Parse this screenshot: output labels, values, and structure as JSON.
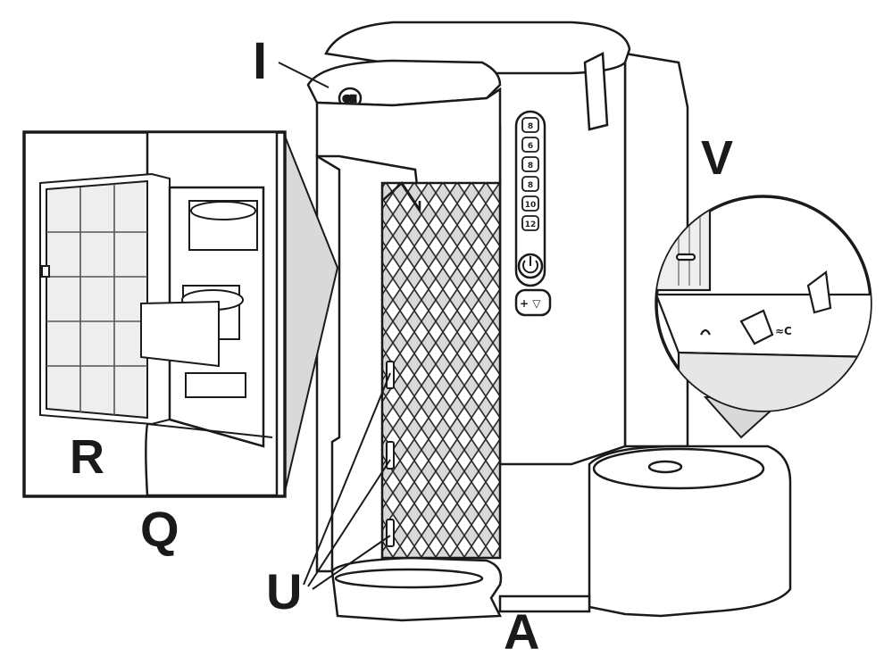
{
  "figure": {
    "callouts": {
      "I": "I",
      "V": "V",
      "R": "R",
      "Q": "Q",
      "U": "U",
      "A": "A"
    },
    "panel": {
      "buttons": [
        "8",
        "6",
        "8",
        "8",
        "10",
        "12"
      ],
      "power_icon": "power-icon",
      "strength_symbols": "+ ▽"
    },
    "colors": {
      "line": "#1a1a1a",
      "fill": "#ffffff",
      "shade": "#dcdcdc",
      "mesh": "#444444"
    }
  }
}
